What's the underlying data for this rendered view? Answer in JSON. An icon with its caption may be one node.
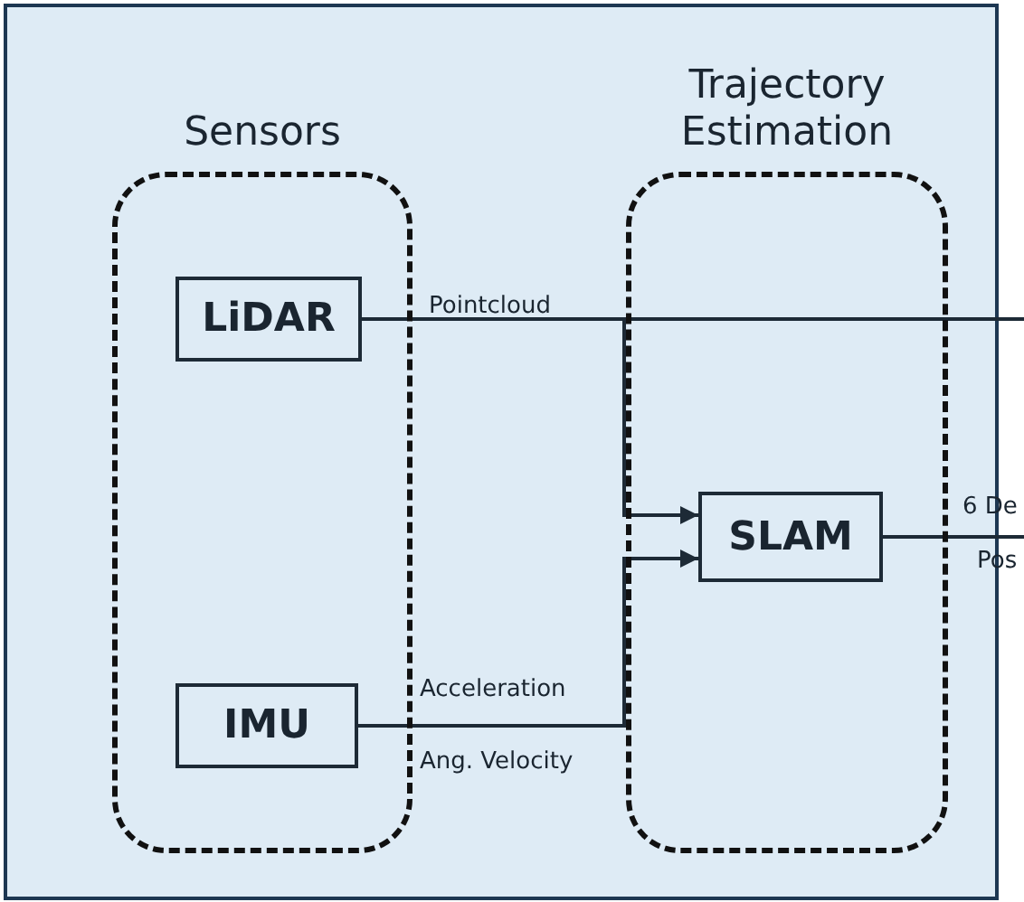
{
  "diagram": {
    "nodes": [
      {
        "text": [
          "Sensors"
        ]
      },
      {
        "text": [
          "Trajectory Estimation"
        ]
      },
      {
        "text": [
          "LiDAR"
        ],
        "in": 0
      },
      {
        "text": [
          "IMU"
        ],
        "in": 0
      },
      {
        "text": [
          "SLAM"
        ],
        "in": 1
      }
    ],
    "edges": [
      {
        "from": 2,
        "to": 4,
        "arrow": "to",
        "label": "Pointcloud"
      },
      {
        "from": 3,
        "to": 4,
        "arrow": "to",
        "label": "Acceleration"
      },
      {
        "from": 2,
        "to": null,
        "arrow": "none"
      },
      {
        "from": 4,
        "to": null,
        "arrow": "none",
        "label": "6 De"
      }
    ],
    "labels": [
      "Ang. Velocity",
      "Pos"
    ]
  }
}
